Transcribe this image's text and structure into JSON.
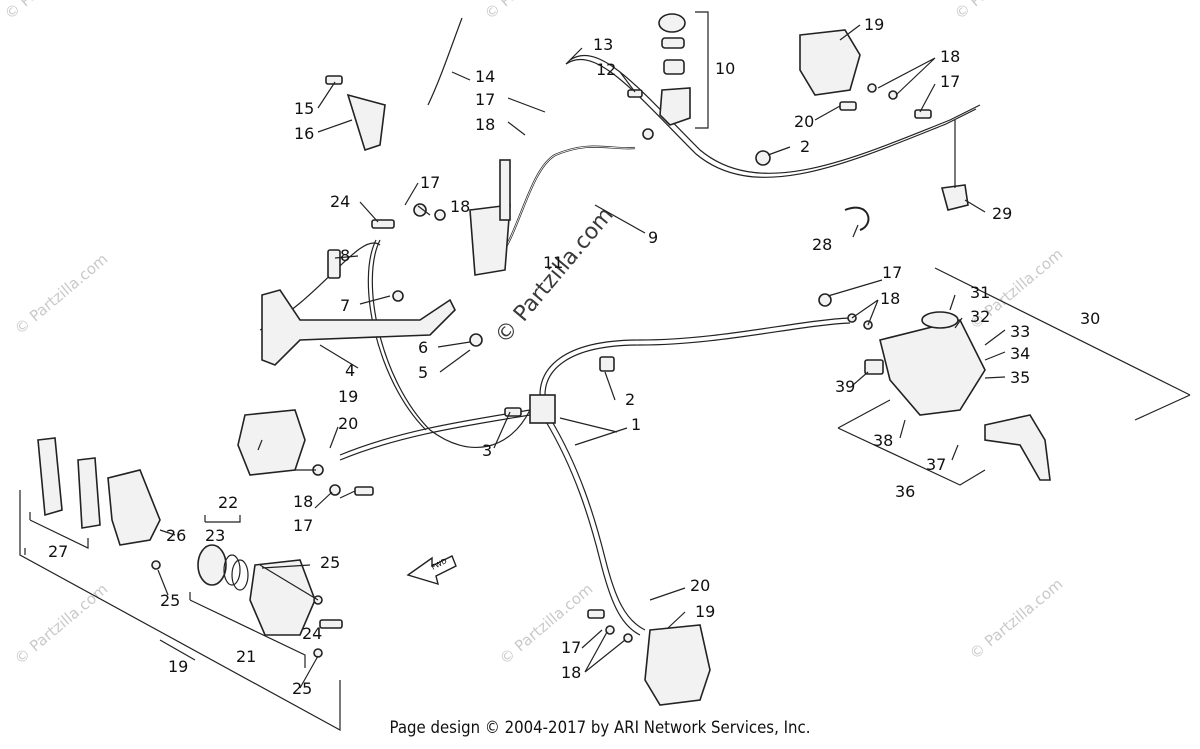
{
  "footer": "Page design © 2004-2017 by ARI Network Services, Inc.",
  "watermark_small": "© Partzilla.com",
  "watermark_large": "© Partzilla.com",
  "fwd_label": "FWD",
  "callouts": {
    "c1": "1",
    "c2a": "2",
    "c2b": "2",
    "c3": "3",
    "c4": "4",
    "c5": "5",
    "c6": "6",
    "c7": "7",
    "c8": "8",
    "c9": "9",
    "c10": "10",
    "c11": "11",
    "c12": "12",
    "c13": "13",
    "c14": "14",
    "c15": "15",
    "c16": "16",
    "c17a": "17",
    "c17b": "17",
    "c17c": "17",
    "c17d": "17",
    "c17e": "17",
    "c17f": "17",
    "c18a": "18",
    "c18b": "18",
    "c18c": "18",
    "c18d": "18",
    "c18e": "18",
    "c18f": "18",
    "c19a": "19",
    "c19b": "19",
    "c19c": "19",
    "c19d": "19",
    "c20a": "20",
    "c20b": "20",
    "c20c": "20",
    "c21": "21",
    "c22": "22",
    "c23": "23",
    "c24a": "24",
    "c24b": "24",
    "c25a": "25",
    "c25b": "25",
    "c25c": "25",
    "c26": "26",
    "c27": "27",
    "c28": "28",
    "c29": "29",
    "c30": "30",
    "c31": "31",
    "c32": "32",
    "c33": "33",
    "c34": "34",
    "c35": "35",
    "c36": "36",
    "c37": "37",
    "c38": "38",
    "c39": "39"
  }
}
